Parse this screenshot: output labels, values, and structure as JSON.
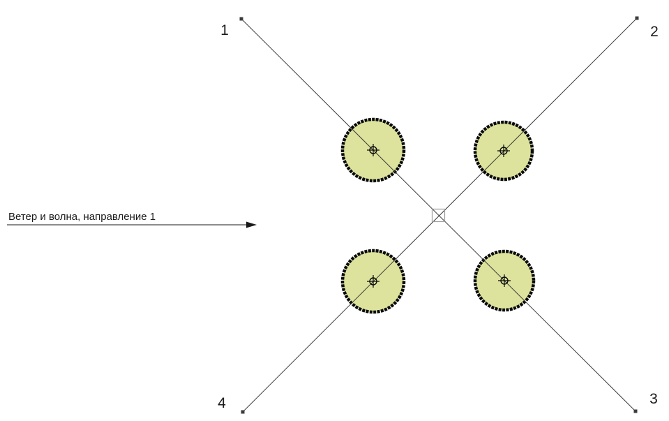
{
  "diagram": {
    "labels": {
      "line1": "1",
      "line2": "2",
      "line3": "3",
      "line4": "4"
    },
    "arrow": {
      "label": "Ветер и волна, направление 1"
    }
  },
  "colors": {
    "background": "#ffffff",
    "circle_fill": "#dde39c",
    "circle_stroke": "#0a0a0a",
    "line_color": "#3c3c3c",
    "text_color": "#1a1a1a",
    "connector_stroke": "#9a9a9a"
  }
}
